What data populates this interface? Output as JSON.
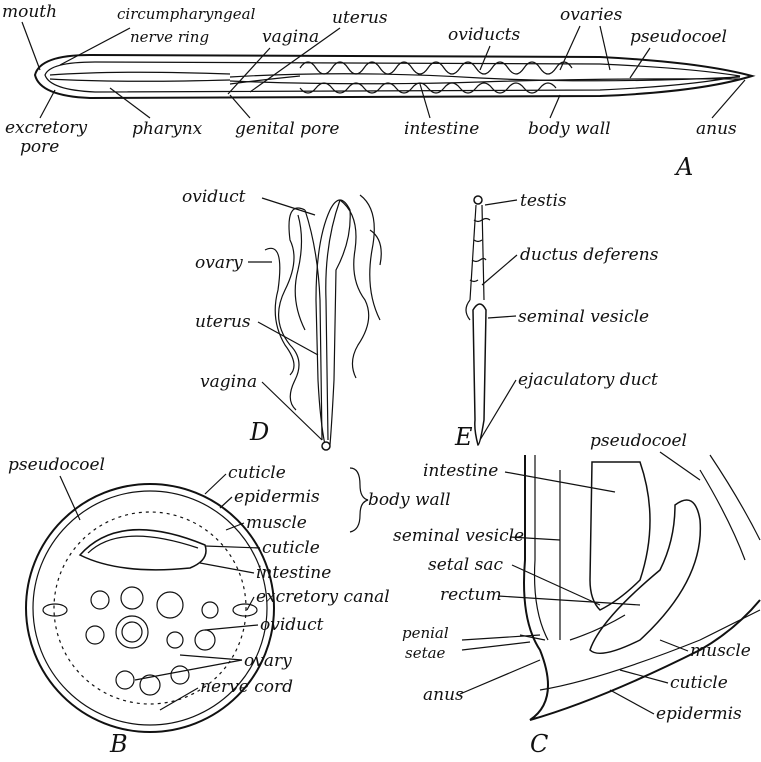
{
  "panels": {
    "A": {
      "letter": "A",
      "labels": {
        "mouth": "mouth",
        "circumpharyngeal": "circumpharyngeal",
        "nerve_ring": "nerve ring",
        "uterus": "uterus",
        "vagina": "vagina",
        "oviducts": "oviducts",
        "ovaries": "ovaries",
        "pseudocoel": "pseudocoel",
        "excretory": "excretory",
        "pore": "pore",
        "pharynx": "pharynx",
        "genital_pore": "genital pore",
        "intestine": "intestine",
        "body_wall": "body wall",
        "anus": "anus"
      }
    },
    "D": {
      "letter": "D",
      "labels": {
        "oviduct": "oviduct",
        "ovary": "ovary",
        "uterus": "uterus",
        "vagina": "vagina"
      }
    },
    "E": {
      "letter": "E",
      "labels": {
        "testis": "testis",
        "ductus_deferens": "ductus deferens",
        "seminal_vesicle": "seminal vesicle",
        "ejaculatory_duct": "ejaculatory duct"
      }
    },
    "B": {
      "letter": "B",
      "labels": {
        "pseudocoel": "pseudocoel",
        "cuticle": "cuticle",
        "epidermis": "epidermis",
        "body_wall": "body wall",
        "muscle": "muscle",
        "cuticle2": "cuticle",
        "intestine": "intestine",
        "excretory_canal": "excretory canal",
        "oviduct": "oviduct",
        "ovary": "ovary",
        "nerve_cord": "nerve cord"
      }
    },
    "C": {
      "letter": "C",
      "labels": {
        "pseudocoel": "pseudocoel",
        "intestine": "intestine",
        "seminal_vesicle": "seminal vesicle",
        "setal_sac": "setal sac",
        "rectum": "rectum",
        "penial": "penial",
        "setae": "setae",
        "muscle": "muscle",
        "anus": "anus",
        "cuticle": "cuticle",
        "epidermis": "epidermis"
      }
    }
  }
}
